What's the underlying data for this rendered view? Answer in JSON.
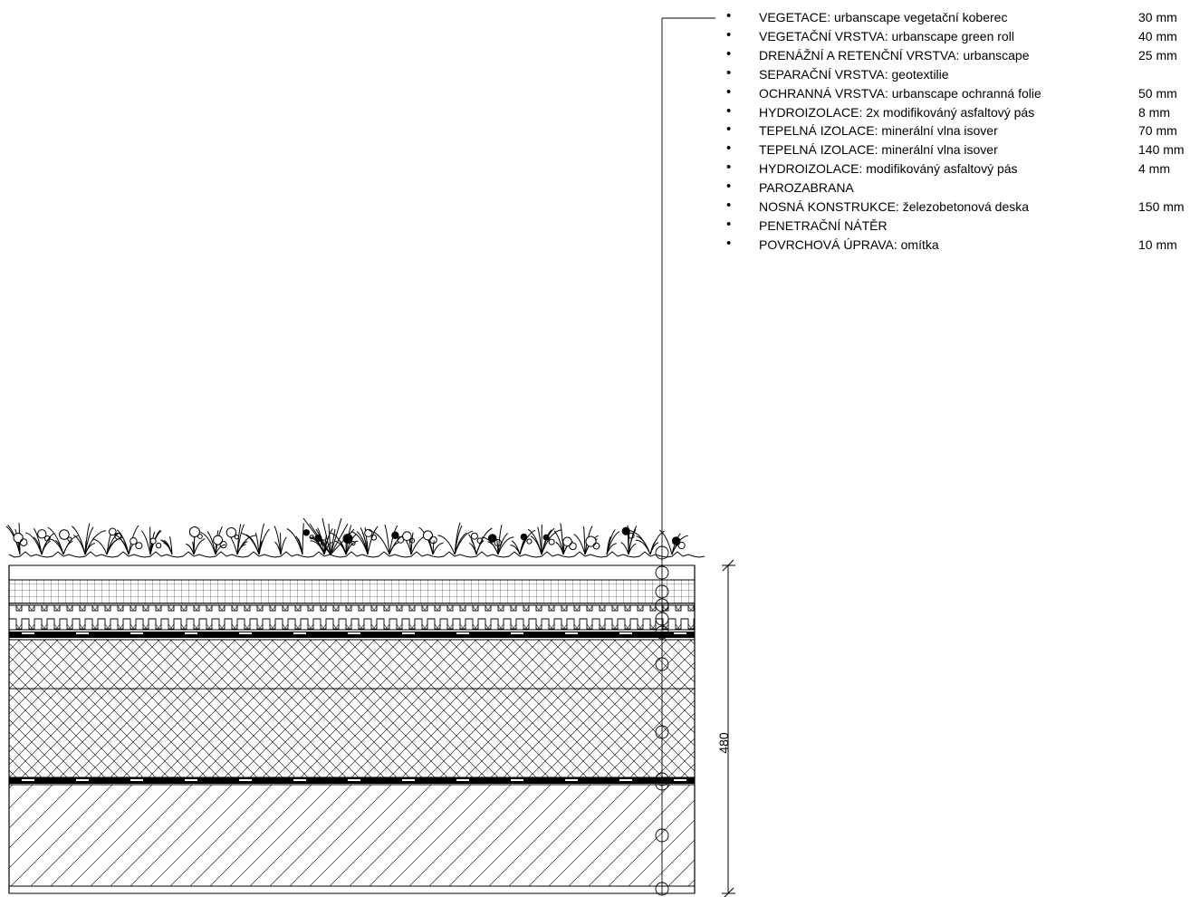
{
  "legend": {
    "layers": [
      {
        "name": "VEGETACE: urbanscape vegetační koberec",
        "thickness": "30 mm"
      },
      {
        "name": "VEGETAČNÍ VRSTVA: urbanscape green roll",
        "thickness": "40 mm"
      },
      {
        "name": "DRENÁŽNÍ A RETENČNÍ VRSTVA: urbanscape",
        "thickness": "25 mm"
      },
      {
        "name": "SEPARAČNÍ VRSTVA: geotextilie",
        "thickness": ""
      },
      {
        "name": "OCHRANNÁ VRSTVA: urbanscape ochranná folie",
        "thickness": "50 mm"
      },
      {
        "name": "HYDROIZOLACE: 2x modifikováný asfaltový pás",
        "thickness": "8 mm"
      },
      {
        "name": "TEPELNÁ IZOLACE: minerální vlna isover",
        "thickness": "70 mm"
      },
      {
        "name": "TEPELNÁ IZOLACE: minerální vlna isover",
        "thickness": "140 mm"
      },
      {
        "name": "HYDROIZOLACE:  modifikováný asfaltový pás",
        "thickness": "4 mm"
      },
      {
        "name": "PAROZABRANA",
        "thickness": ""
      },
      {
        "name": "NOSNÁ KONSTRUKCE: železobetonová deska",
        "thickness": "150 mm"
      },
      {
        "name": "PENETRAČNÍ NÁTĚR",
        "thickness": ""
      },
      {
        "name": "POVRCHOVÁ ÚPRAVA: omítka",
        "thickness": "10 mm"
      }
    ]
  },
  "dimension": {
    "total": "480"
  },
  "colors": {
    "line": "#000000",
    "background": "#ffffff"
  }
}
